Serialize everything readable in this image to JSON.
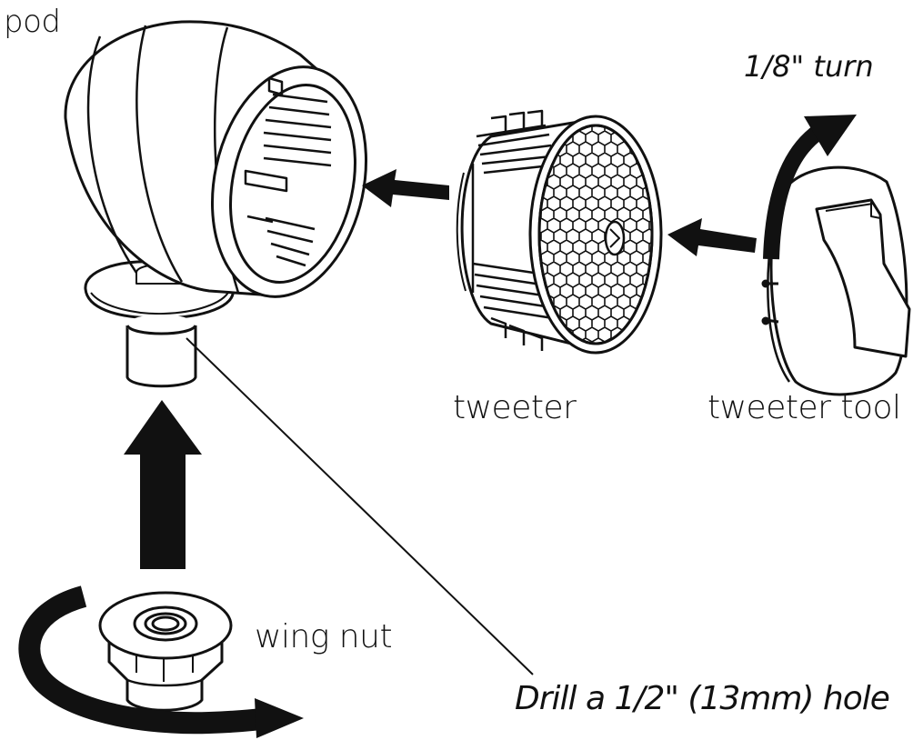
{
  "labels": {
    "pod": "pod",
    "turn": "1/8\" turn",
    "tweeter": "tweeter",
    "tweeter_tool": "tweeter tool",
    "wing_nut": "wing nut",
    "drill": "Drill a 1/2\" (13mm) hole"
  },
  "colors": {
    "ink": "#111111",
    "paper": "#ffffff"
  }
}
